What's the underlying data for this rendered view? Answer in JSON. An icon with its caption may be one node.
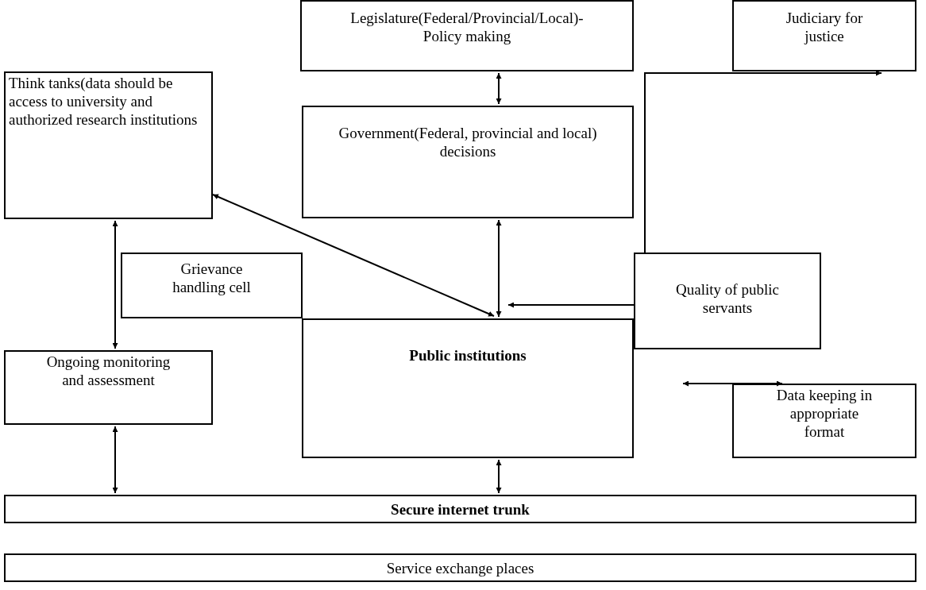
{
  "diagram": {
    "nodes": [
      {
        "text": [
          "Legislature(Federal/Provincial/Local)- Policy making"
        ]
      },
      {
        "text": [
          "Judiciary for justice"
        ]
      },
      {
        "text": [
          "Think tanks(data should be access to university and authorized research institutions"
        ]
      },
      {
        "text": [
          "Government(Federal, provincial and local) decisions"
        ]
      },
      {
        "text": [
          "Grievance handling cell"
        ]
      },
      {
        "text": [
          "Quality of public servants"
        ]
      },
      {
        "text": [
          "Public institutions"
        ]
      },
      {
        "text": [
          "Ongoing monitoring and assessment"
        ]
      },
      {
        "text": [
          "Data keeping in appropriate format"
        ]
      },
      {
        "text": [
          "Secure internet trunk"
        ]
      },
      {
        "text": [
          "Service exchange places"
        ]
      }
    ],
    "edges": [
      {
        "from": 0,
        "to": 3,
        "arrow": "both"
      },
      {
        "from": 2,
        "to": 6,
        "arrow": "both"
      },
      {
        "from": 3,
        "to": 6,
        "arrow": "both"
      },
      {
        "from": 5,
        "to": 6,
        "arrow": "to"
      },
      {
        "from": 5,
        "to": 1,
        "arrow": "to"
      },
      {
        "from": 2,
        "to": 7,
        "arrow": "both"
      },
      {
        "from": 7,
        "to": 9,
        "arrow": "both"
      },
      {
        "from": 6,
        "to": 9,
        "arrow": "both"
      },
      {
        "from": null,
        "to": 8,
        "arrow": "both"
      }
    ]
  }
}
